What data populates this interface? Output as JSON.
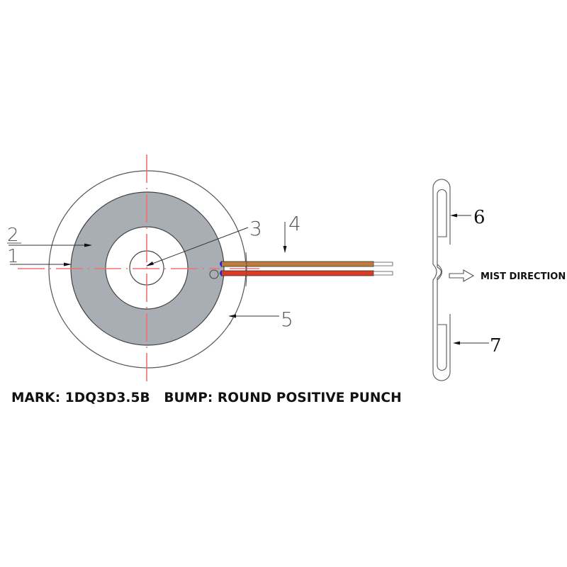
{
  "figure": {
    "front_view": {
      "callouts": {
        "c1": "1",
        "c2": "2",
        "c3": "3",
        "c4": "4",
        "c5": "5"
      },
      "colors": {
        "disc_fill": "#a9aeb5",
        "centerline": "#f07070",
        "wire_brown": "#bf7b3a",
        "wire_red": "#dc3a22",
        "solder_dot": "#1a2ad8"
      }
    },
    "side_view": {
      "callouts": {
        "c6": "6",
        "c7": "7"
      },
      "mist_label": "MIST DIRECTION",
      "arrow_icon": "hollow-right-arrow"
    },
    "caption": {
      "mark_label": "MARK:",
      "mark_value": "1DQ3D3.5B",
      "bump_label": "BUMP:",
      "bump_value": "ROUND POSITIVE PUNCH"
    }
  }
}
